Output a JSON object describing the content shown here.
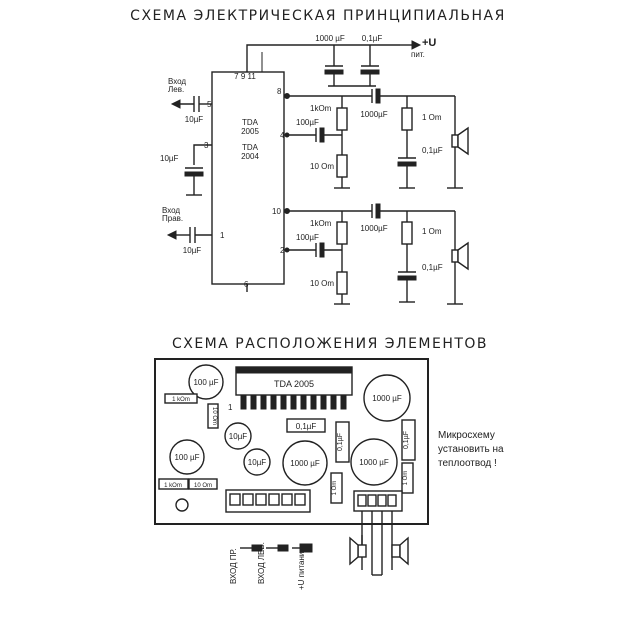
{
  "schematic": {
    "title": "СХЕМА ЭЛЕКТРИЧЕСКАЯ ПРИНЦИПИАЛЬНАЯ",
    "supply_cap_1": "1000 µF",
    "supply_cap_2": "0,1µF",
    "supply_label": "+U",
    "supply_sub": "пит.",
    "ic_pins_top": "7 9 11",
    "ic_name_1": "TDA",
    "ic_model_1": "2005",
    "ic_name_2": "TDA",
    "ic_model_2": "2004",
    "input_left": "Вход",
    "input_left_sub": "Лев.",
    "input_right": "Вход",
    "input_right_sub": "Прав.",
    "cap_input_left": "10µF",
    "cap_input_right": "10µF",
    "cap_mid": "10µF",
    "pin_5": "5",
    "pin_3": "3",
    "pin_1": "1",
    "pin_8": "8",
    "pin_4": "4",
    "pin_10": "10",
    "pin_2": "2",
    "pin_6": "6",
    "upper": {
      "r1": "1kOm",
      "c_fb": "100µF",
      "r2": "10 Om",
      "c_out": "1000µF",
      "r_load": "1 Om",
      "c_zobel": "0,1µF"
    },
    "lower": {
      "r1": "1kOm",
      "c_fb": "100µF",
      "r2": "10 Om",
      "c_out": "1000µF",
      "r_load": "1 Om",
      "c_zobel": "0,1µF"
    }
  },
  "layout_section": {
    "title": "СХЕМА РАСПОЛОЖЕНИЯ ЭЛЕМЕНТОВ",
    "chip_label": "TDA 2005",
    "pin1": "1",
    "c100_tl": "100 µF",
    "c1000_tr": "1000 µF",
    "r_1kom_top": "1 kOm",
    "r_10om_v": "10 Om",
    "c10_a": "10µF",
    "c100_ml": "100 µF",
    "c10_b": "10µF",
    "c01_mid": "0,1µF",
    "c1000_mid": "1000 µF",
    "c01_v1": "0,1µF",
    "c1000_r": "1000 µF",
    "c01_v2": "0,1µF",
    "r_1kom_bot": "1 kOm",
    "r_10om_bot": "10 Om",
    "r_1om_1": "1 Om",
    "r_1om_2": "1 Om",
    "conn_1": "ВХОД ПР.",
    "conn_2": "ВХОД ЛЕВ.",
    "conn_3": "+U питания"
  },
  "note": {
    "line1": "Микросхему",
    "line2": "установить на",
    "line3": "теплоотвод !"
  }
}
